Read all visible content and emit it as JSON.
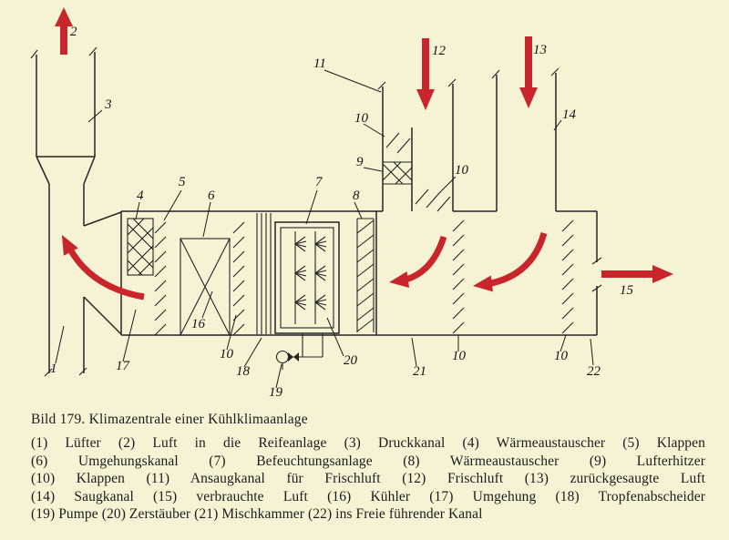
{
  "colors": {
    "background": "#f5f3d4",
    "line": "#242424",
    "arrow_red": "#c9262b"
  },
  "diagram": {
    "labels": {
      "L1": "1",
      "L2": "2",
      "L3": "3",
      "L4": "4",
      "L5": "5",
      "L6": "6",
      "L7": "7",
      "L8": "8",
      "L9": "9",
      "L10": "10",
      "L11": "11",
      "L12": "12",
      "L13": "13",
      "L14": "14",
      "L15": "15",
      "L16": "16",
      "L17": "17",
      "L18": "18",
      "L19": "19",
      "L20": "20",
      "L21": "21",
      "L22": "22"
    }
  },
  "caption": {
    "title": "Bild 179. Klimazentrale einer Kühlklimaanlage",
    "lines": [
      "(1) Lüfter (2) Luft in die Reifeanlage (3) Druckkanal (4) Wärmeaustauscher (5) Klappen",
      "(6) Umgehungskanal (7) Befeuchtungsanlage (8) Wärmeaustauscher (9) Lufterhitzer",
      "(10) Klappen (11) Ansaugkanal für Frischluft (12) Frischluft (13) zurückgesaugte Luft",
      "(14) Saugkanal (15) verbrauchte Luft (16) Kühler (17) Umgehung (18) Tropfenabscheider",
      "(19) Pumpe (20) Zerstäuber (21) Mischkammer (22) ins Freie führender Kanal"
    ]
  }
}
